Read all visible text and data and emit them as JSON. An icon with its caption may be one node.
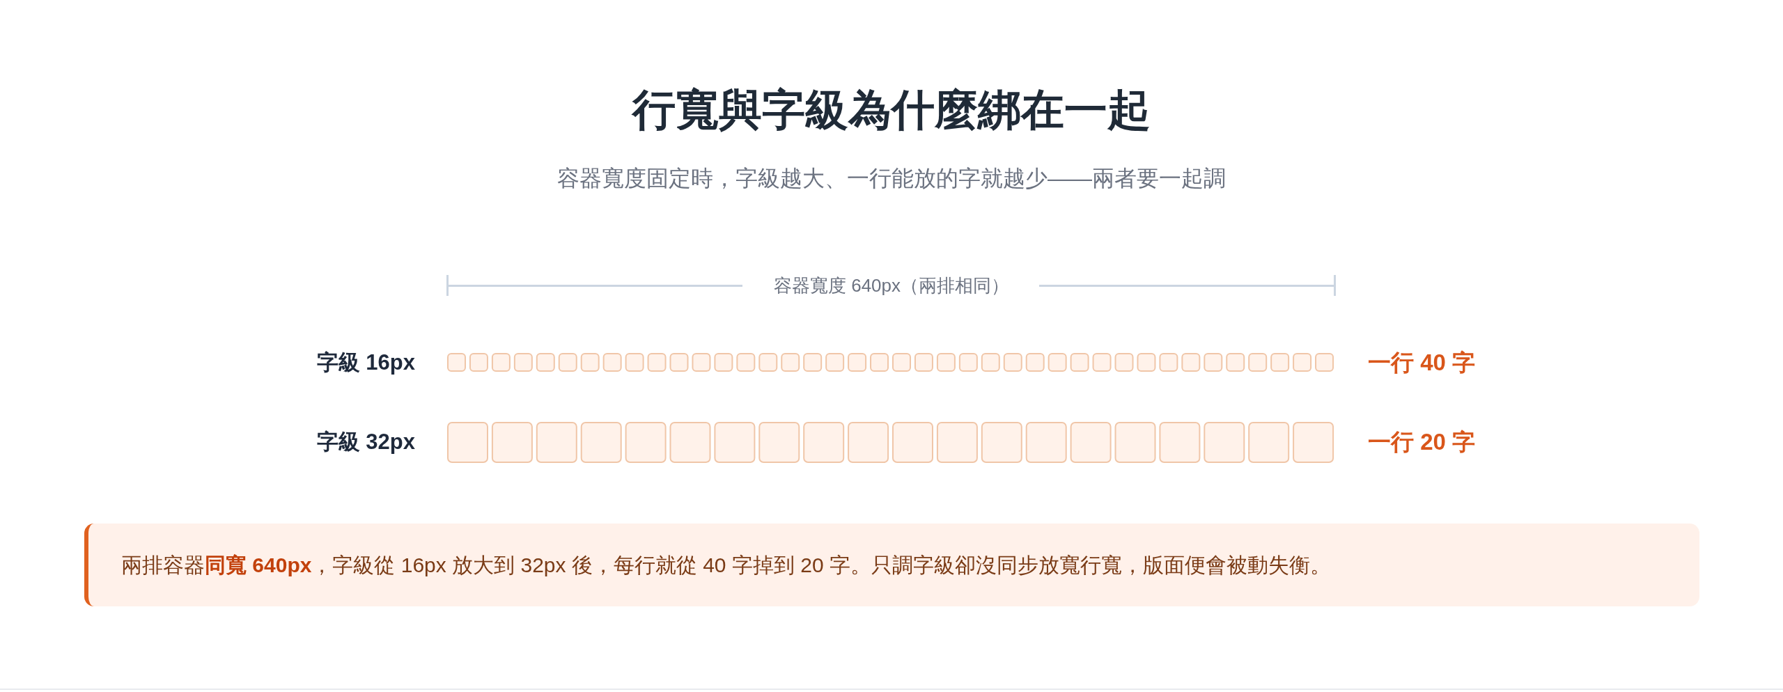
{
  "diagram": {
    "title": "行寬與字級為什麼綁在一起",
    "nodes": [
      {
        "text": [
          "兩排容器**同寬 640px**，字級從 16px 放大到 32px 後，每行就從 40 字掉到 20 字。只調字級卻沒同步放寬行寬，版面便會被動失衡。"
        ]
      }
    ],
    "labels": [
      "容器寬度固定時，字級越大、一行能放的字就越少——兩者要一起調",
      "容器寬度 640px（兩排相同）",
      "字級 16px",
      "一行 40 字",
      "字級 32px",
      "一行 20 字"
    ]
  }
}
